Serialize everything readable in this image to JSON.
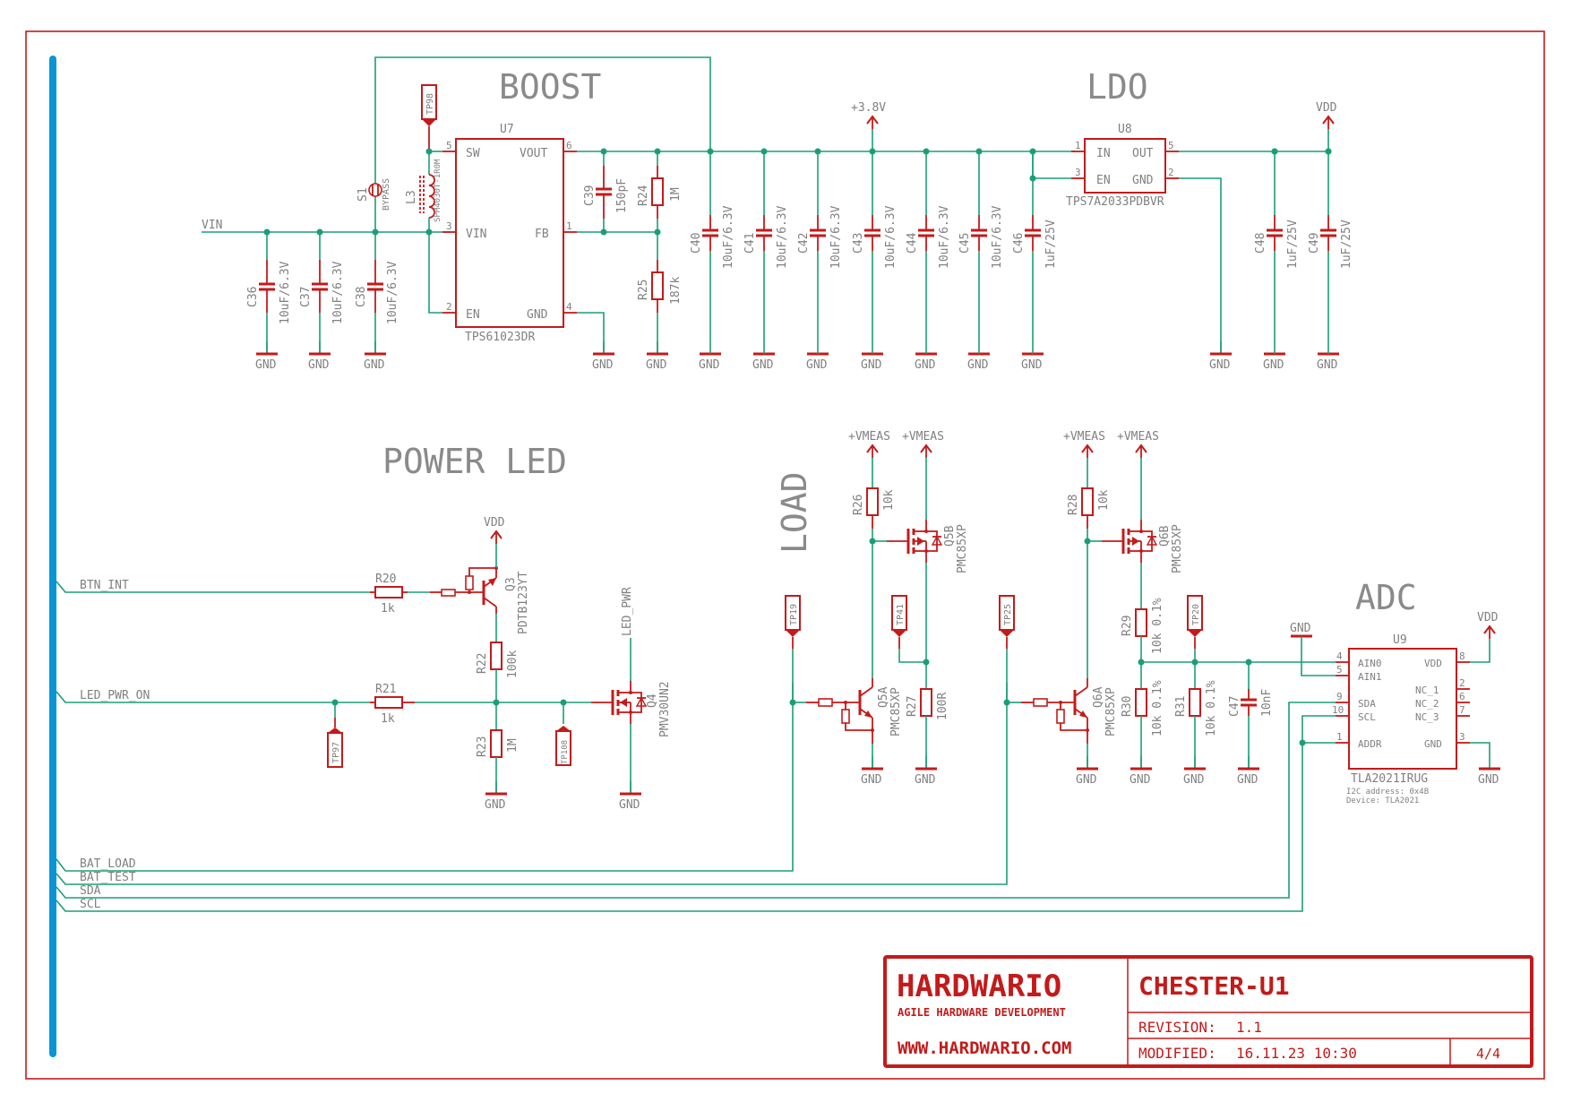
{
  "sections": {
    "boost": "BOOST",
    "ldo": "LDO",
    "power_led": "POWER LED",
    "load": "LOAD",
    "adc": "ADC"
  },
  "nets": {
    "vin": "VIN",
    "v38": "+3.8V",
    "vdd": "VDD",
    "gnd": "GND",
    "vmeas": "+VMEAS",
    "led_pwr": "LED_PWR"
  },
  "bus": {
    "btn_int": "BTN_INT",
    "led_pwr_on": "LED_PWR_ON",
    "bat_load": "BAT_LOAD",
    "bat_test": "BAT_TEST",
    "sda": "SDA",
    "scl": "SCL"
  },
  "boost": {
    "u7": {
      "ref": "U7",
      "part": "TPS61023DR",
      "pins": {
        "sw": "SW",
        "vout": "VOUT",
        "vin": "VIN",
        "fb": "FB",
        "en": "EN",
        "gnd": "GND"
      },
      "pin_numbers": {
        "sw": "5",
        "vout": "6",
        "vin": "3",
        "fb": "1",
        "en": "2",
        "gnd": "4"
      }
    },
    "l3": {
      "ref": "L3",
      "value": "SPM4030T-1R0M"
    },
    "s1": {
      "ref": "S1",
      "value": "BYPASS"
    },
    "tp98": "TP98",
    "c36": {
      "ref": "C36",
      "value": "10uF/6.3V"
    },
    "c37": {
      "ref": "C37",
      "value": "10uF/6.3V"
    },
    "c38": {
      "ref": "C38",
      "value": "10uF/6.3V"
    },
    "c39": {
      "ref": "C39",
      "value": "150pF"
    },
    "r24": {
      "ref": "R24",
      "value": "1M"
    },
    "r25": {
      "ref": "R25",
      "value": "187k"
    },
    "c40": {
      "ref": "C40",
      "value": "10uF/6.3V"
    },
    "c41": {
      "ref": "C41",
      "value": "10uF/6.3V"
    },
    "c42": {
      "ref": "C42",
      "value": "10uF/6.3V"
    },
    "c43": {
      "ref": "C43",
      "value": "10uF/6.3V"
    },
    "c44": {
      "ref": "C44",
      "value": "10uF/6.3V"
    },
    "c45": {
      "ref": "C45",
      "value": "10uF/6.3V"
    }
  },
  "ldo": {
    "u8": {
      "ref": "U8",
      "part": "TPS7A2033PDBVR",
      "pins": {
        "in": "IN",
        "out": "OUT",
        "en": "EN",
        "gnd": "GND"
      },
      "pin_numbers": {
        "in": "1",
        "out": "5",
        "en": "3",
        "gnd": "2"
      }
    },
    "c46": {
      "ref": "C46",
      "value": "1uF/25V"
    },
    "c48": {
      "ref": "C48",
      "value": "1uF/25V"
    },
    "c49": {
      "ref": "C49",
      "value": "1uF/25V"
    }
  },
  "power_led": {
    "r20": {
      "ref": "R20",
      "value": "1k"
    },
    "r21": {
      "ref": "R21",
      "value": "1k"
    },
    "r22": {
      "ref": "R22",
      "value": "100k"
    },
    "r23": {
      "ref": "R23",
      "value": "1M"
    },
    "q3": {
      "ref": "Q3",
      "part": "PDTB123YT"
    },
    "q4": {
      "ref": "Q4",
      "part": "PMV30UN2"
    },
    "tp97": "TP97",
    "tp108": "TP108"
  },
  "load": {
    "r26": {
      "ref": "R26",
      "value": "10k"
    },
    "r27": {
      "ref": "R27",
      "value": "100R"
    },
    "q5a": {
      "ref": "Q5A",
      "part": "PMC85XP"
    },
    "q5b": {
      "ref": "Q5B",
      "part": "PMC85XP"
    },
    "tp19": "TP19",
    "tp41": "TP41"
  },
  "test": {
    "r28": {
      "ref": "R28",
      "value": "10k"
    },
    "r29": {
      "ref": "R29",
      "value": "10k 0.1%"
    },
    "r30": {
      "ref": "R30",
      "value": "10k 0.1%"
    },
    "r31": {
      "ref": "R31",
      "value": "10k 0.1%"
    },
    "c47": {
      "ref": "C47",
      "value": "10nF"
    },
    "q6a": {
      "ref": "Q6A",
      "part": "PMC85XP"
    },
    "q6b": {
      "ref": "Q6B",
      "part": "PMC85XP"
    },
    "tp25": "TP25",
    "tp20": "TP20"
  },
  "adc": {
    "u9": {
      "ref": "U9",
      "part": "TLA2021IRUG",
      "pins": {
        "ain0": "AIN0",
        "ain1": "AIN1",
        "sda": "SDA",
        "scl": "SCL",
        "addr": "ADDR",
        "vdd": "VDD",
        "nc1": "NC_1",
        "nc2": "NC_2",
        "nc3": "NC_3",
        "gnd": "GND"
      },
      "pin_numbers": {
        "ain0": "4",
        "ain1": "5",
        "sda": "9",
        "scl": "10",
        "addr": "1",
        "vdd": "8",
        "nc1": "2",
        "nc2": "6",
        "nc3": "7",
        "gnd": "3"
      }
    },
    "note_address": "I2C address: 0x4B",
    "note_device": "Device:  TLA2021"
  },
  "title_block": {
    "company": "HARDWARIO",
    "tagline": "AGILE HARDWARE DEVELOPMENT",
    "website": "WWW.HARDWARIO.COM",
    "project": "CHESTER-U1",
    "revision_label": "REVISION:",
    "revision": "1.1",
    "modified_label": "MODIFIED:",
    "modified": "16.11.23 10:30",
    "sheet": "4/4"
  },
  "colors": {
    "frame": "#c41a1a",
    "wire": "#1a9e78",
    "bus": "#0a94d6",
    "text": "#808080"
  }
}
